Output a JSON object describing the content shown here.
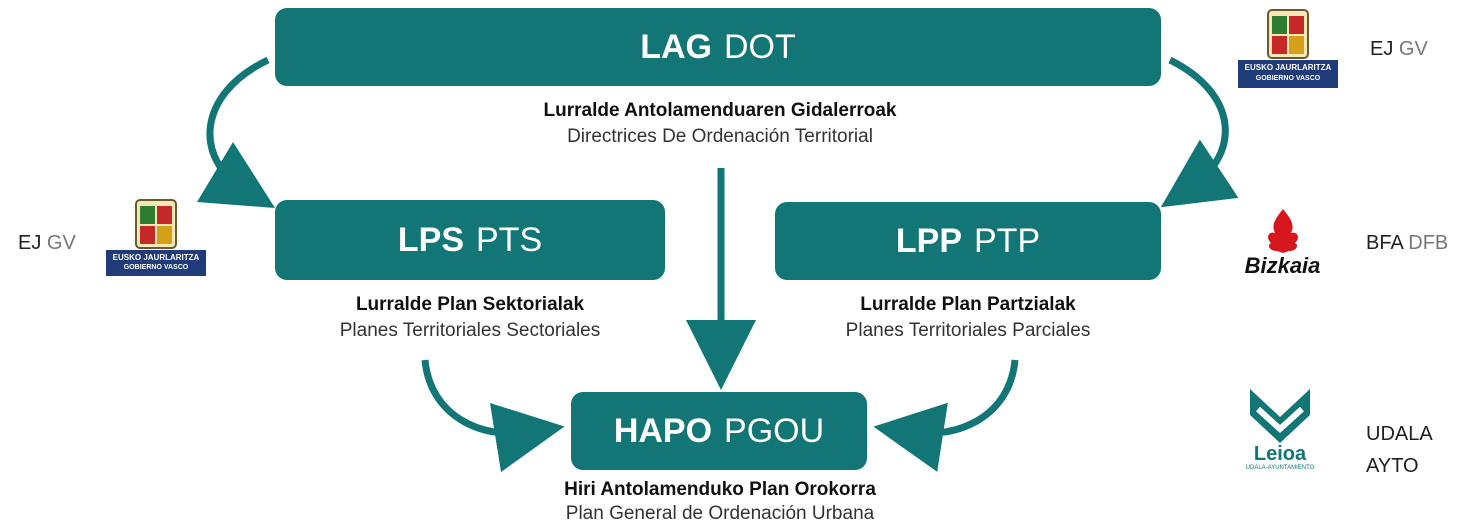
{
  "boxes": {
    "dot": {
      "strong": "LAG",
      "light": "DOT",
      "eu": "Lurralde Antolamenduaren Gidalerroak",
      "es": "Directrices De Ordenación Territorial"
    },
    "pts": {
      "strong": "LPS",
      "light": "PTS",
      "eu": "Lurralde Plan Sektorialak",
      "es": "Planes Territoriales Sectoriales"
    },
    "ptp": {
      "strong": "LPP",
      "light": "PTP",
      "eu": "Lurralde Plan Partzialak",
      "es": "Planes Territoriales Parciales"
    },
    "pgou": {
      "strong": "HAPO",
      "light": "PGOU",
      "eu": "Hiri Antolamenduko Plan Orokorra",
      "es": "Plan General de Ordenación Urbana"
    }
  },
  "authorities": {
    "top_right": {
      "a": "EJ",
      "b": "GV"
    },
    "left": {
      "a": "EJ",
      "b": "GV"
    },
    "bizkaia": {
      "a": "BFA",
      "b": "DFB"
    },
    "leioa": {
      "a": "UDALA",
      "b": "AYTO"
    }
  },
  "logos": {
    "gv_line1": "EUSKO JAURLARITZA",
    "gv_line2": "GOBIERNO VASCO",
    "bizkaia": "Bizkaia",
    "leioa": "Leioa",
    "leioa_sub": "UDALA-AYUNTAMIENTO"
  },
  "colors": {
    "accent": "#127677",
    "bizkaia_red": "#d6181e",
    "gv_blue": "#1f3b7a"
  }
}
